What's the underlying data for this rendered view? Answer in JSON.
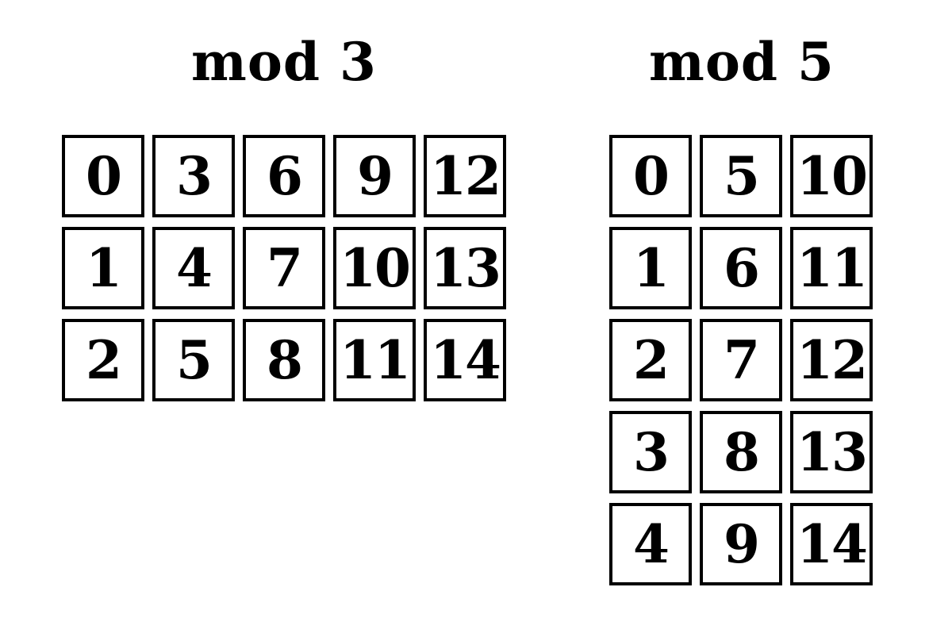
{
  "mod3": {
    "title": "mod 3",
    "rows": [
      [
        "0",
        "3",
        "6",
        "9",
        "12"
      ],
      [
        "1",
        "4",
        "7",
        "10",
        "13"
      ],
      [
        "2",
        "5",
        "8",
        "11",
        "14"
      ]
    ]
  },
  "mod5": {
    "title": "mod 5",
    "rows": [
      [
        "0",
        "5",
        "10"
      ],
      [
        "1",
        "6",
        "11"
      ],
      [
        "2",
        "7",
        "12"
      ],
      [
        "3",
        "8",
        "13"
      ],
      [
        "4",
        "9",
        "14"
      ]
    ]
  }
}
